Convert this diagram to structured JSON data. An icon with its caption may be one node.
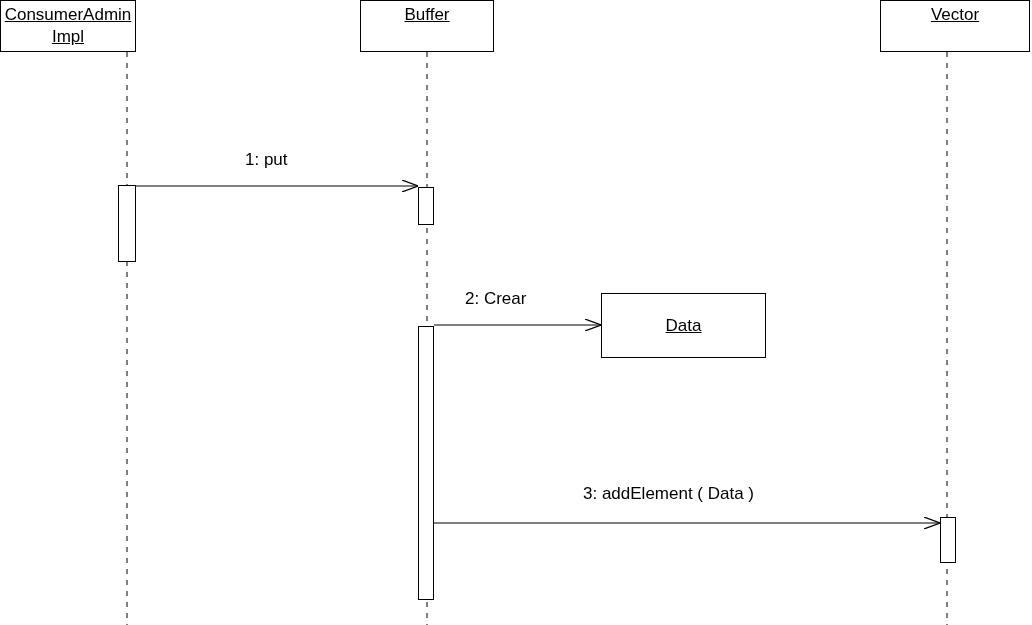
{
  "diagram": {
    "nodes": [
      {
        "text": [
          "ConsumerAdmin Impl"
        ]
      },
      {
        "text": [
          "Buffer"
        ]
      },
      {
        "text": [
          "Vector"
        ]
      },
      {
        "text": [],
        "shape": "bar"
      },
      {
        "text": [],
        "shape": "bar"
      },
      {
        "text": [],
        "shape": "bar"
      },
      {
        "text": [
          "Data"
        ]
      },
      {
        "text": [],
        "shape": "bar"
      }
    ],
    "edges": [
      {
        "from": 3,
        "to": 4,
        "arrow": "to",
        "label": "1: put"
      },
      {
        "from": 5,
        "to": 6,
        "arrow": "to",
        "label": "2: Crear"
      },
      {
        "from": 5,
        "to": 7,
        "arrow": "to",
        "label": "3: addElement ( Data )"
      }
    ]
  }
}
